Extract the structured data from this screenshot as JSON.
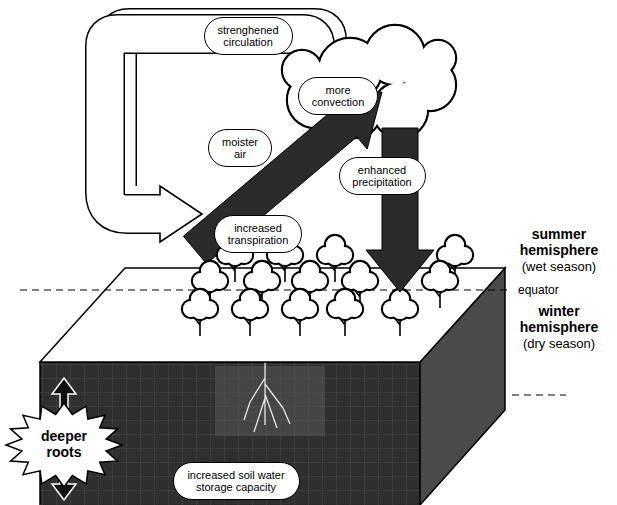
{
  "diagram": {
    "nodes": [
      {
        "text": [
          "strenghened circulation"
        ]
      },
      {
        "text": [
          "more convection"
        ]
      },
      {
        "text": [
          "moister air"
        ]
      },
      {
        "text": [
          "enhanced precipitation"
        ]
      },
      {
        "text": [
          "increased transpiration"
        ]
      },
      {
        "text": [
          "deeper roots"
        ]
      },
      {
        "text": [
          "increased soil water storage capacity"
        ]
      }
    ],
    "labels": [
      "summer hemisphere",
      "(wet season)",
      "equator",
      "winter hemisphere",
      "(dry season)"
    ]
  }
}
